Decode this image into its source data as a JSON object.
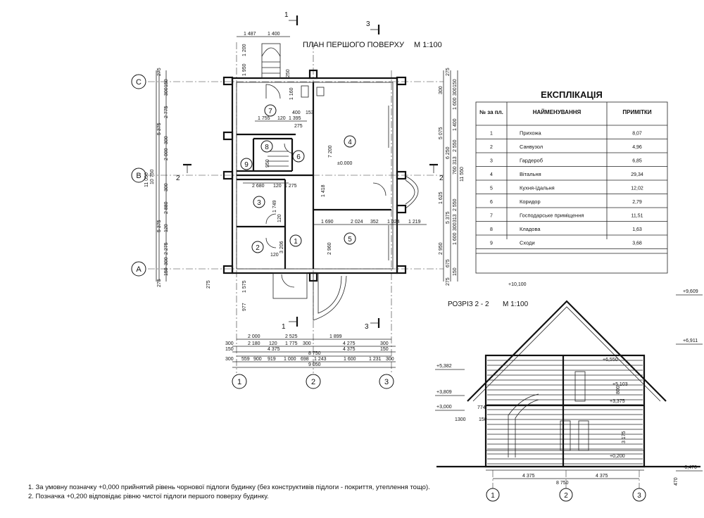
{
  "plan": {
    "title": "ПЛАН  ПЕРШОГО  ПОВЕРХУ",
    "scale": "М 1:100",
    "axes_letters": [
      "C",
      "B",
      "A"
    ],
    "axes_numbers": [
      "1",
      "2",
      "3"
    ],
    "section_marks": [
      "1",
      "3",
      "2",
      "2",
      "1",
      "3"
    ],
    "room_numbers": [
      "7",
      "4",
      "8",
      "6",
      "9",
      "3",
      "1",
      "2",
      "5"
    ],
    "level_mark": "±0.000",
    "top_dims": [
      "1 487",
      "1 400",
      "1 200",
      "1 950",
      "250",
      "1 160",
      "400",
      "153",
      "1 755",
      "120",
      "1 395",
      "275"
    ],
    "left_dims": [
      "275",
      "150",
      "300",
      "2 775",
      "5 375",
      "2 000",
      "300",
      "10 750",
      "11 050",
      "2 680",
      "120",
      "1 275",
      "300",
      "2 880",
      "5 375",
      "120",
      "2 275",
      "300",
      "150",
      "275"
    ],
    "inner_dims": [
      "1 749",
      "120",
      "1 418",
      "7 200",
      "3 206",
      "1 690",
      "2 024",
      "352",
      "1 024",
      "1 219",
      "2 960",
      "120",
      "950",
      "1 575",
      "977",
      "275"
    ],
    "right_dims": [
      "300",
      "275",
      "150",
      "300",
      "1 600",
      "1 400",
      "2 550",
      "5 075",
      "6 250",
      "313",
      "760",
      "11 550",
      "1 625",
      "5 375",
      "2 550",
      "313",
      "300",
      "1 600",
      "2 950",
      "675",
      "150",
      "275"
    ],
    "bottom_dims": {
      "row1": [
        "2 000",
        "2 525",
        "1 899"
      ],
      "row2": [
        "300",
        "2 180",
        "120",
        "1 775",
        "300",
        "4 275",
        "300"
      ],
      "row3": [
        "150",
        "4 375",
        "4 375",
        "150"
      ],
      "row4": [
        "8 750"
      ],
      "row5": [
        "300",
        "559",
        "900",
        "919",
        "1 000",
        "698",
        "1 243",
        "1 600",
        "1 231",
        "300"
      ],
      "row6": [
        "9 050"
      ]
    }
  },
  "explication": {
    "title": "ЕКСПЛІКАЦІЯ",
    "headers": [
      "№ за пл.",
      "НАЙМЕНУВАННЯ",
      "ПРИМІТКИ"
    ],
    "rows": [
      [
        "1",
        "Прихожа",
        "8,07"
      ],
      [
        "2",
        "Санвузол",
        "4,96"
      ],
      [
        "3",
        "Гардероб",
        "6,85"
      ],
      [
        "4",
        "Вітальня",
        "29,34"
      ],
      [
        "5",
        "Кухня-їдальня",
        "12,02"
      ],
      [
        "6",
        "Коридор",
        "2,79"
      ],
      [
        "7",
        "Господарське приміщення",
        "11,51"
      ],
      [
        "8",
        "Кладова",
        "1,63"
      ],
      [
        "9",
        "Сходи",
        "3,68"
      ]
    ]
  },
  "section": {
    "title": "РОЗРІЗ  2 - 2",
    "scale": "М 1:100",
    "marks_left": [
      "+10,100",
      "+5,382",
      "+3,809",
      "+3,000"
    ],
    "marks_right": [
      "+9,609",
      "+6,911",
      "+6,550",
      "+5,103",
      "+3,375",
      "+0,200",
      "-0,470"
    ],
    "dims": [
      "774",
      "1300",
      "150",
      "3 175",
      "800",
      "470"
    ],
    "bottom_dims": [
      "4 375",
      "8 750",
      "4 375"
    ],
    "axes": [
      "1",
      "2",
      "3"
    ]
  },
  "notes": [
    "1. За умовну позначку +0,000 прийнятий  рівень чорнової підлоги будинку (без  конструктивів підлоги - покриття, утеплення  тощо).",
    "2. Позначка  +0,200  відповідає рівню чистої підлоги першого поверху  будинку."
  ]
}
